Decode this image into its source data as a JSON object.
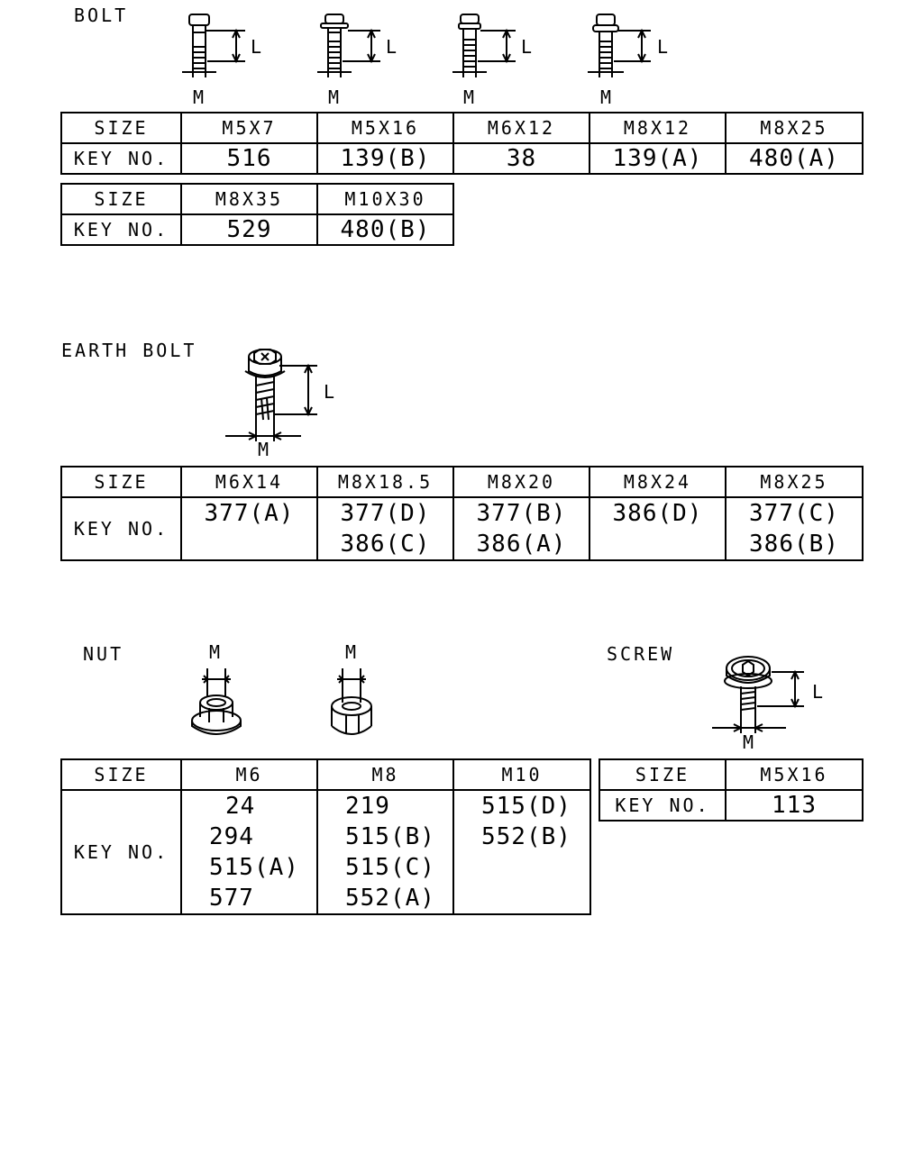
{
  "bolt": {
    "title": "BOLT",
    "dim_l": "L",
    "dim_m": "M",
    "table1": {
      "size_label": "SIZE",
      "key_label": "KEY NO.",
      "sizes": [
        "M5X7",
        "M5X16",
        "M6X12",
        "M8X12",
        "M8X25"
      ],
      "keys": [
        "516",
        "139(B)",
        "38",
        "139(A)",
        "480(A)"
      ]
    },
    "table2": {
      "size_label": "SIZE",
      "key_label": "KEY NO.",
      "sizes": [
        "M8X35",
        "M10X30"
      ],
      "keys": [
        "529",
        "480(B)"
      ]
    }
  },
  "earth_bolt": {
    "title": "EARTH BOLT",
    "dim_l": "L",
    "dim_m": "M",
    "table": {
      "size_label": "SIZE",
      "key_label": "KEY NO.",
      "sizes": [
        "M6X14",
        "M8X18.5",
        "M8X20",
        "M8X24",
        "M8X25"
      ],
      "keys": [
        [
          "377(A)"
        ],
        [
          "377(D)",
          "386(C)"
        ],
        [
          "377(B)",
          "386(A)"
        ],
        [
          "386(D)"
        ],
        [
          "377(C)",
          "386(B)"
        ]
      ]
    }
  },
  "nut": {
    "title": "NUT",
    "dim_m": "M",
    "table": {
      "size_label": "SIZE",
      "key_label": "KEY NO.",
      "sizes": [
        "M6",
        "M8",
        "M10"
      ],
      "keys": [
        [
          "24",
          "294",
          "515(A)",
          "577"
        ],
        [
          "219",
          "515(B)",
          "515(C)",
          "552(A)"
        ],
        [
          "515(D)",
          "552(B)"
        ]
      ]
    }
  },
  "screw": {
    "title": "SCREW",
    "dim_l": "L",
    "dim_m": "M",
    "table": {
      "size_label": "SIZE",
      "key_label": "KEY NO.",
      "sizes": [
        "M5X16"
      ],
      "keys": [
        "113"
      ]
    }
  }
}
